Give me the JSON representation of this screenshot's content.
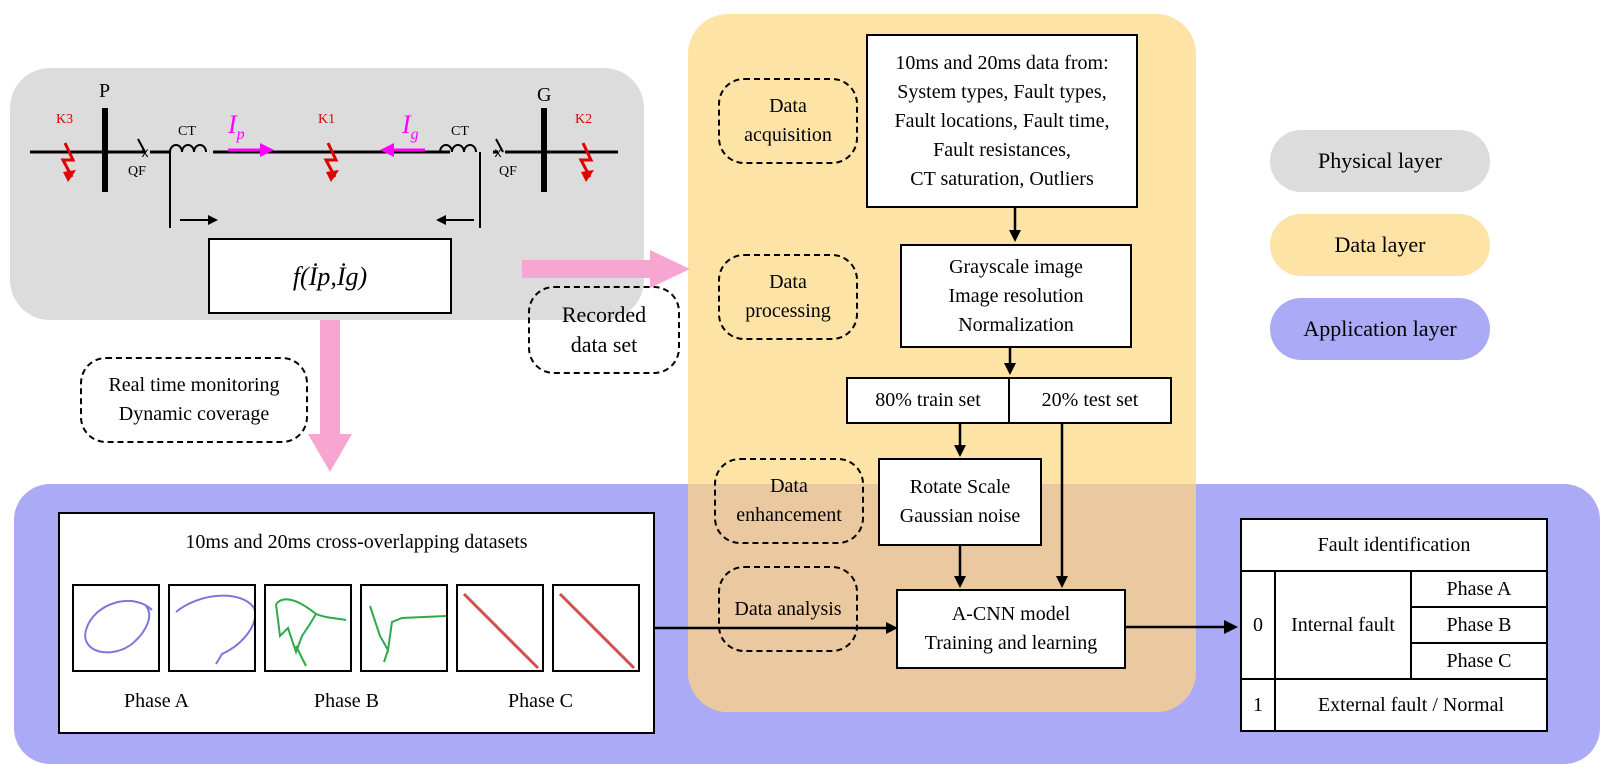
{
  "physical": {
    "bus_p": "P",
    "bus_g": "G",
    "k3": "K3",
    "k1": "K1",
    "k2": "K2",
    "ct": "CT",
    "qf": "QF",
    "ip": "I",
    "ip_sub": "p",
    "ig": "I",
    "ig_sub": "g",
    "func": "f(İp,İg)"
  },
  "labels": {
    "recorded": [
      "Recorded",
      "data set"
    ],
    "monitor": [
      "Real time monitoring",
      "Dynamic coverage"
    ]
  },
  "data_layer": {
    "acquisition": [
      "Data",
      "acquisition"
    ],
    "processing": [
      "Data",
      "processing"
    ],
    "enhancement": [
      "Data",
      "enhancement"
    ],
    "analysis": "Data analysis",
    "source": [
      "10ms and 20ms data from:",
      "System types, Fault types,",
      "Fault locations, Fault time,",
      "Fault resistances,",
      "CT saturation, Outliers"
    ],
    "image": [
      "Grayscale image",
      "Image resolution",
      "Normalization"
    ],
    "train": "80% train set",
    "test": "20% test set",
    "augment": [
      "Rotate Scale",
      "Gaussian noise"
    ],
    "model": [
      "A-CNN model",
      "Training and learning"
    ]
  },
  "datasets": {
    "title": "10ms and 20ms cross-overlapping datasets",
    "phase_a": "Phase A",
    "phase_b": "Phase B",
    "phase_c": "Phase C"
  },
  "fault_table": {
    "title": "Fault identification",
    "code_0": "0",
    "code_1": "1",
    "internal": "Internal fault",
    "phase_a": "Phase A",
    "phase_b": "Phase B",
    "phase_c": "Phase C",
    "external": "External fault / Normal"
  },
  "legend": {
    "physical": "Physical layer",
    "data": "Data layer",
    "application": "Application layer"
  },
  "colors": {
    "physical": "#dcdcdc",
    "data": "#fde4a6",
    "application": "#aaaaf6",
    "arrow_pink": "#f7a6d2",
    "fault_red": "#e00000",
    "current_magenta": "#ff00ff"
  }
}
